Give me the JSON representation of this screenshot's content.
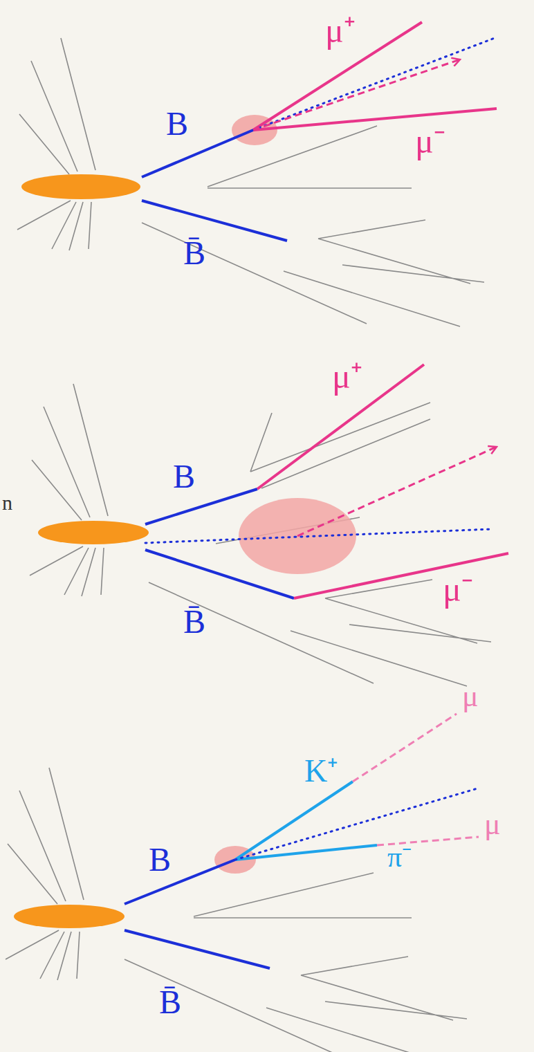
{
  "diagram": {
    "labels": [
      "μ⁺",
      "B",
      "μ⁻",
      "B̄",
      "μ⁺",
      "B",
      "n",
      "μ⁻",
      "B̄",
      "μ",
      "K⁺",
      "μ",
      "B",
      "π⁻",
      "B̄"
    ]
  }
}
